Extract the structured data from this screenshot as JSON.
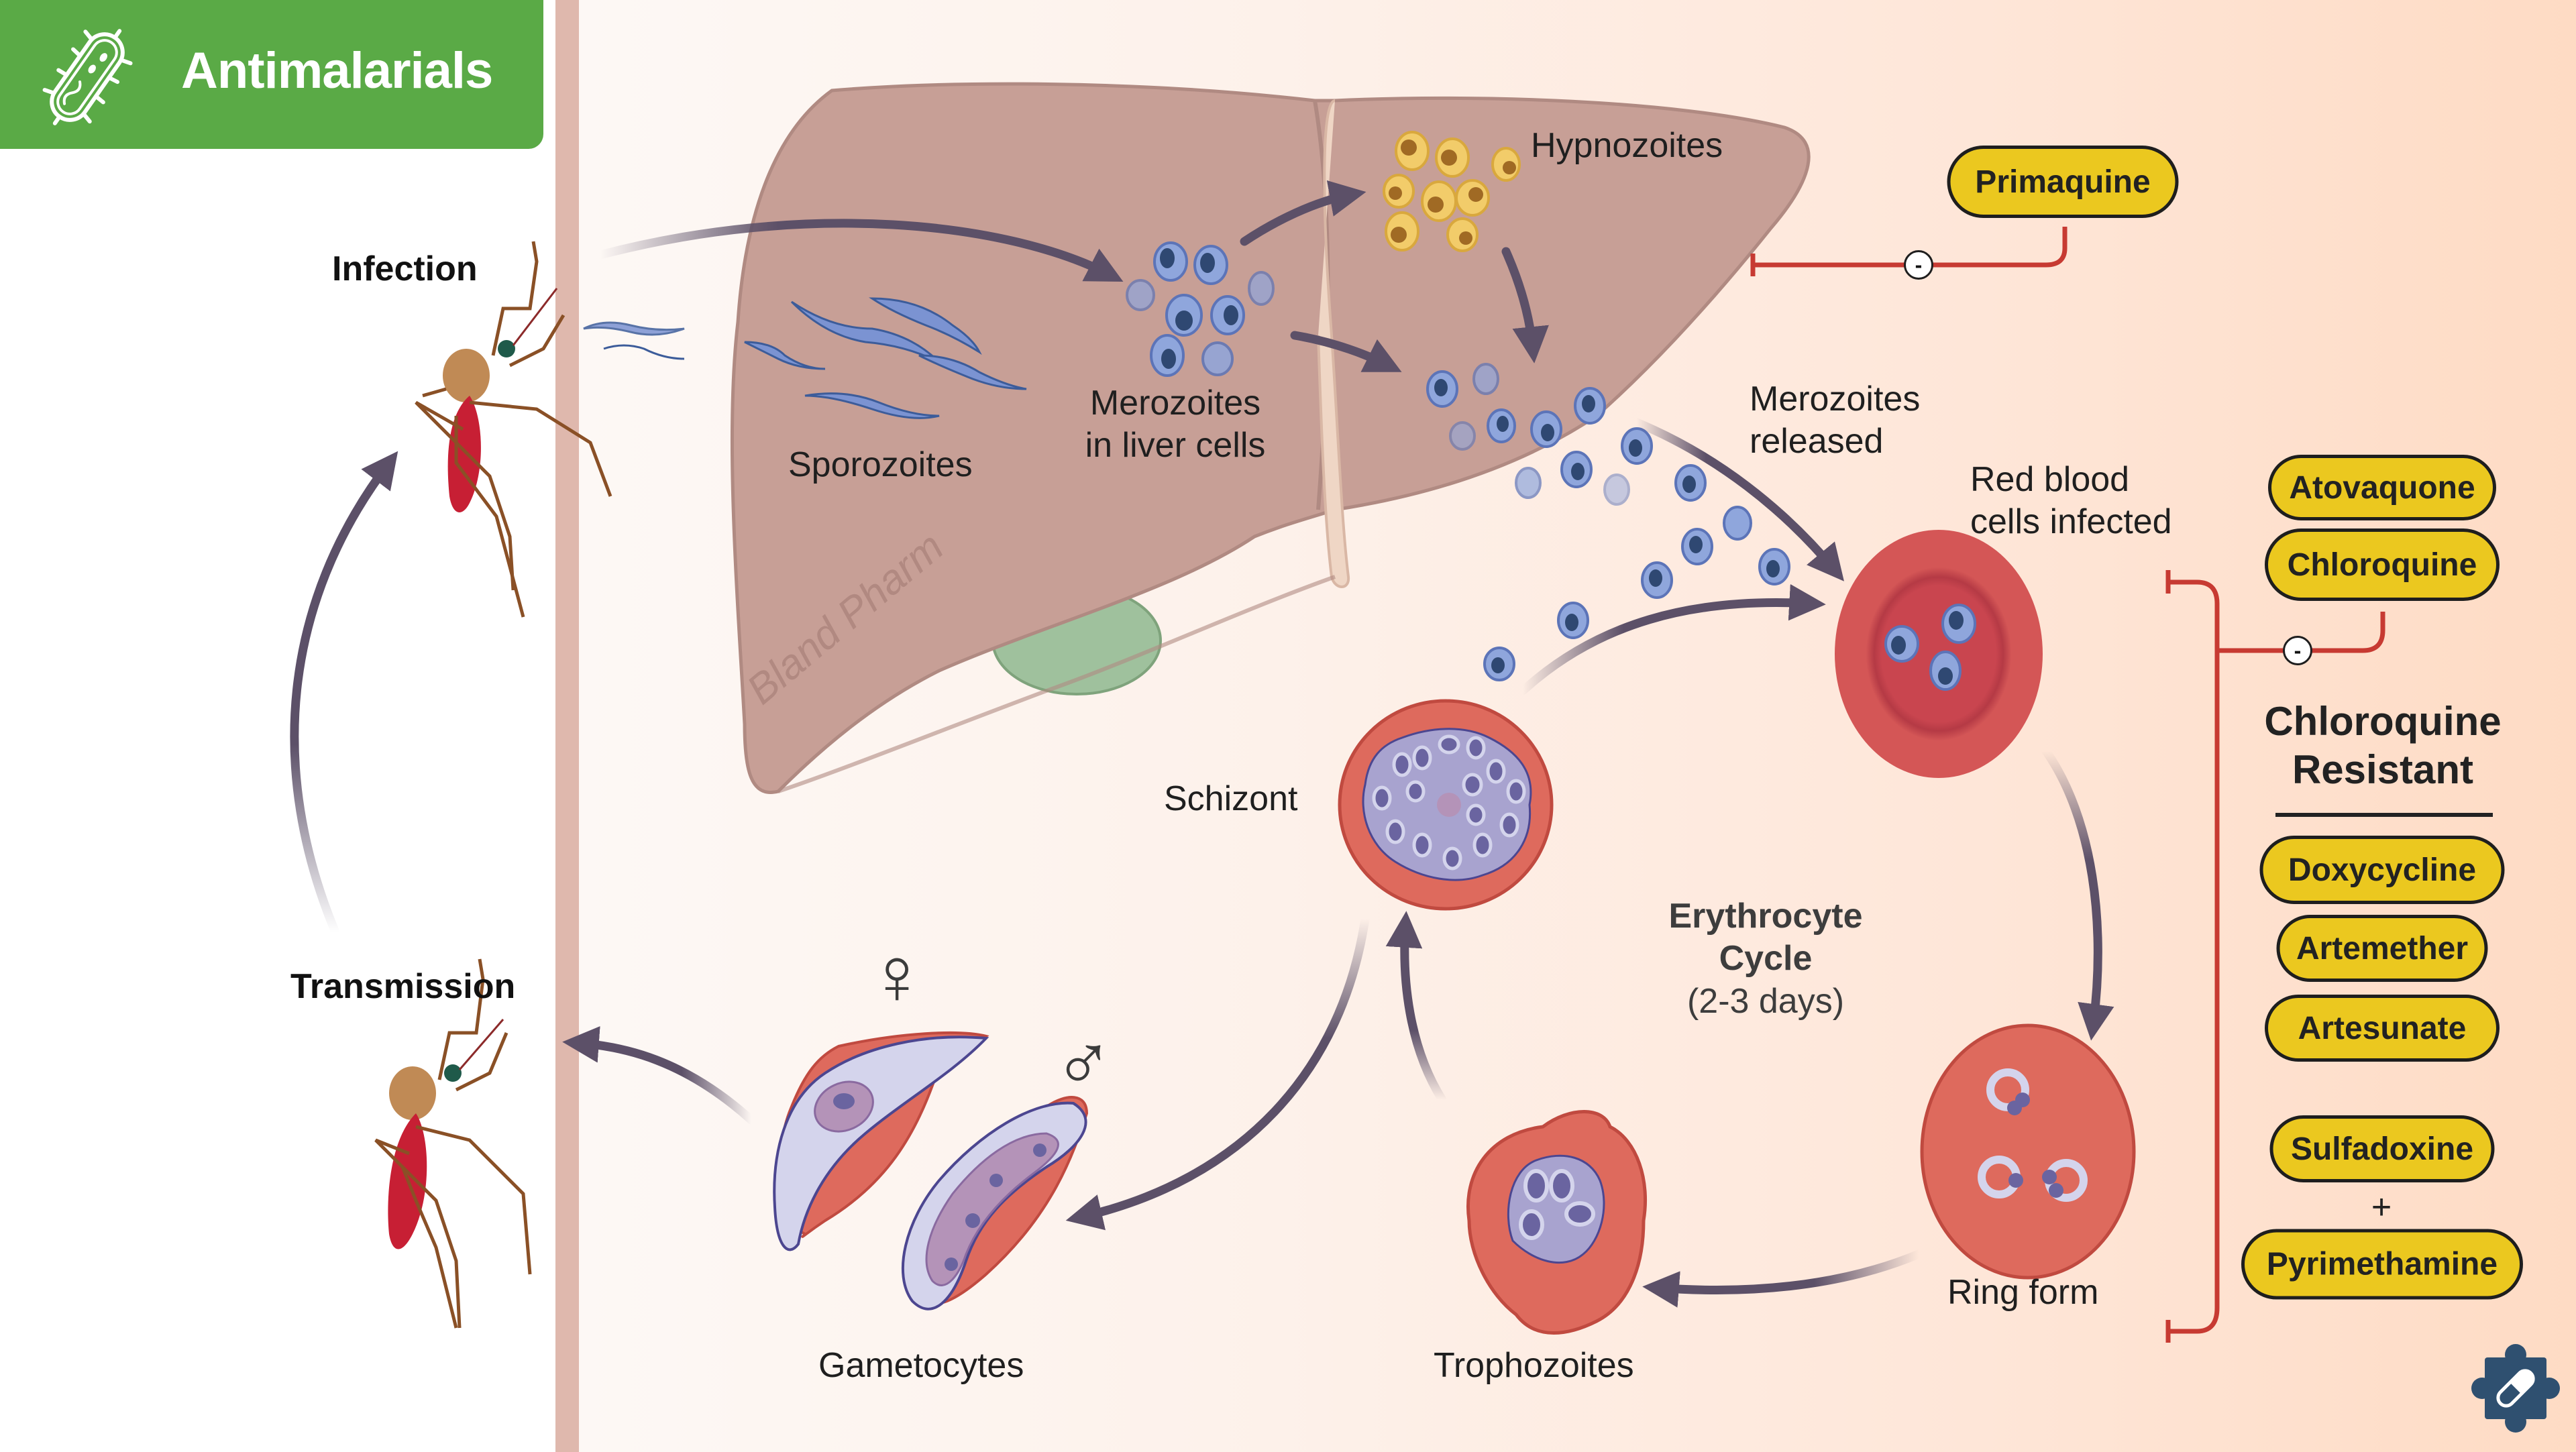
{
  "header": {
    "title": "Antimalarials",
    "icon": "bacterium-icon",
    "color": "#5aaa46"
  },
  "watermark": "Bland Pharm",
  "host": {
    "infection_label": "Infection",
    "transmission_label": "Transmission"
  },
  "liver_stage": {
    "sporozoites_label": "Sporozoites",
    "merozoites_liver_label_line1": "Merozoites",
    "merozoites_liver_label_line2": "in liver cells",
    "hypnozoites_label": "Hypnozoites",
    "merozoites_released_line1": "Merozoites",
    "merozoites_released_line2": "released"
  },
  "blood_stage": {
    "rbc_infected_line1": "Red blood",
    "rbc_infected_line2": "cells infected",
    "cycle_title_line1": "Erythrocyte",
    "cycle_title_line2": "Cycle",
    "cycle_duration": "(2-3 days)",
    "ring_form_label": "Ring form",
    "trophozoites_label": "Trophozoites",
    "schizont_label": "Schizont",
    "gametocytes_label": "Gametocytes",
    "female_symbol": "♀",
    "male_symbol": "♂"
  },
  "drugs": {
    "liver_stage": [
      {
        "name": "Primaquine",
        "inhibition": "-"
      }
    ],
    "blood_stage": [
      {
        "name": "Atovaquone"
      },
      {
        "name": "Chloroquine"
      }
    ],
    "blood_stage_inhibition": "-",
    "resistant_heading_line1": "Chloroquine",
    "resistant_heading_line2": "Resistant",
    "resistant": [
      {
        "name": "Doxycycline"
      },
      {
        "name": "Artemether"
      },
      {
        "name": "Artesunate"
      }
    ],
    "combination": {
      "first": "Sulfadoxine",
      "joiner": "+",
      "second": "Pyrimethamine"
    },
    "pill_color": "#ebc81f",
    "inhibit_color": "#c73a32"
  },
  "footer_icon": "puzzle-pill-icon",
  "colors": {
    "arrow": "#5c5068",
    "liver": "#c79f96",
    "rbc": "#d45656",
    "parasite": "#8fa6dc",
    "nucleus": "#2f4872",
    "hypnozoite": "#f2cc6a",
    "gall_bladder": "#9fc19d",
    "skin": "#dfb8ad"
  }
}
